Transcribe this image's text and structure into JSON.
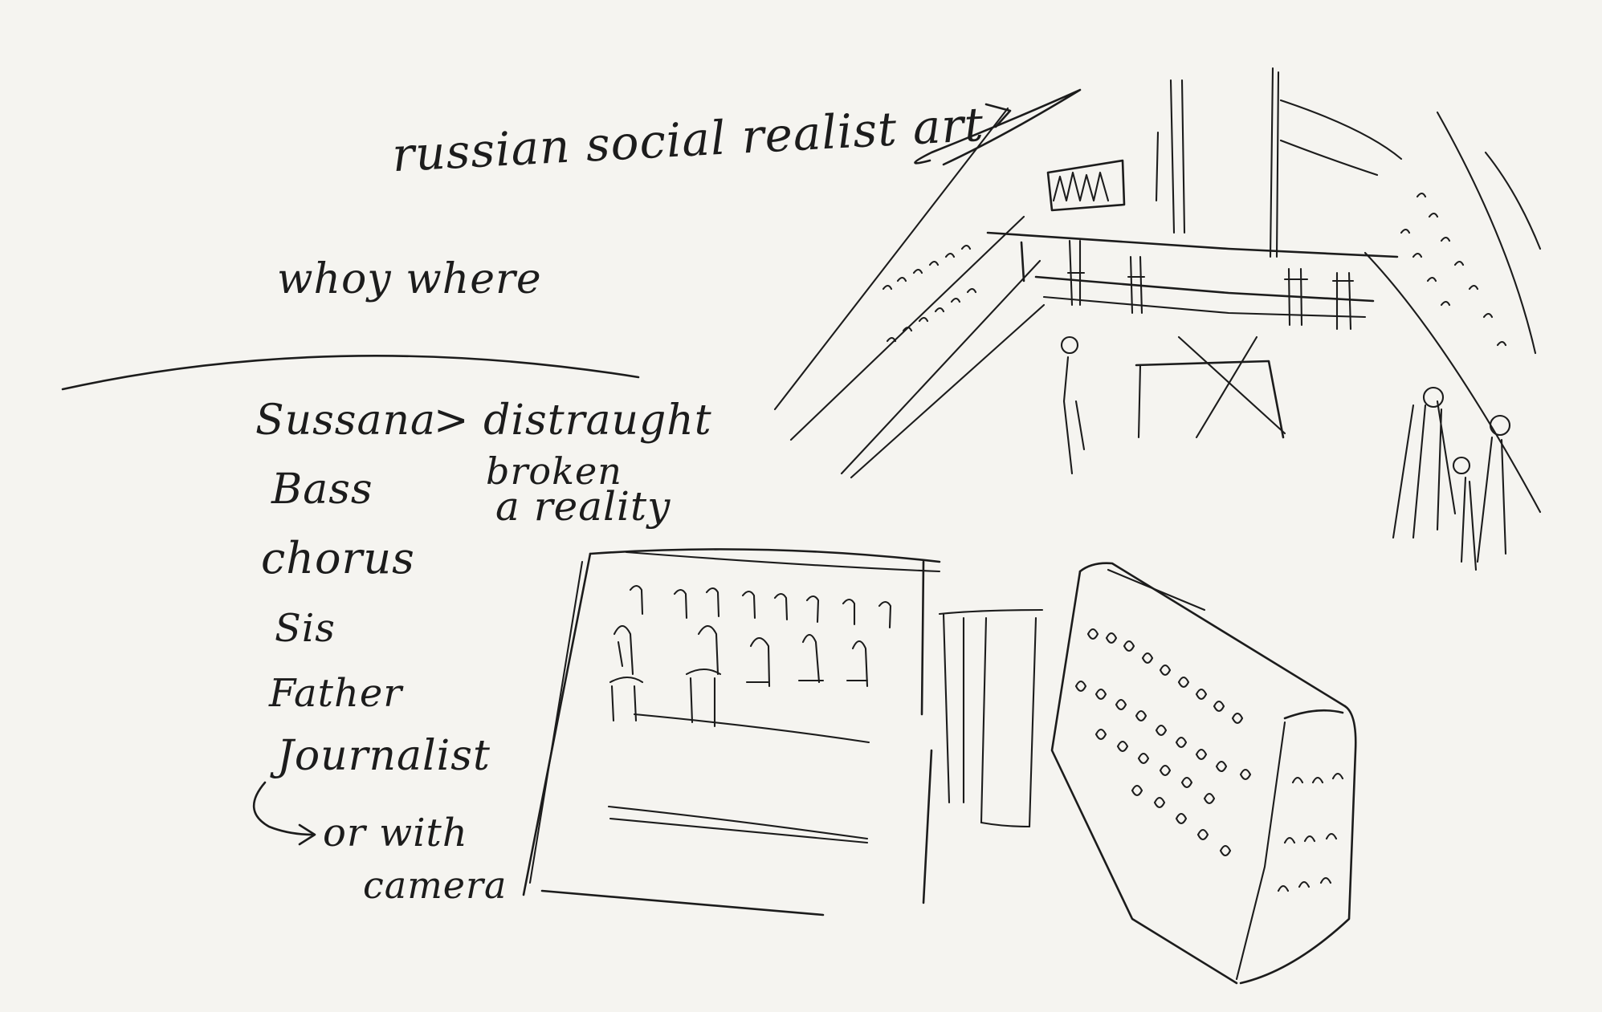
{
  "notes": {
    "title": "russian social realist art",
    "subtitle": "whoy where",
    "characters": [
      "Sussana",
      "Bass",
      "chorus",
      "Sis",
      "Father",
      "Journalist"
    ],
    "descriptor": "> distraught",
    "descriptor_2": "broken",
    "descriptor_3": "a reality",
    "arrow_note_1": "or with",
    "arrow_note_2": "camera"
  },
  "colors": {
    "paper": "#f5f4f0",
    "ink": "#1c1c1c"
  }
}
